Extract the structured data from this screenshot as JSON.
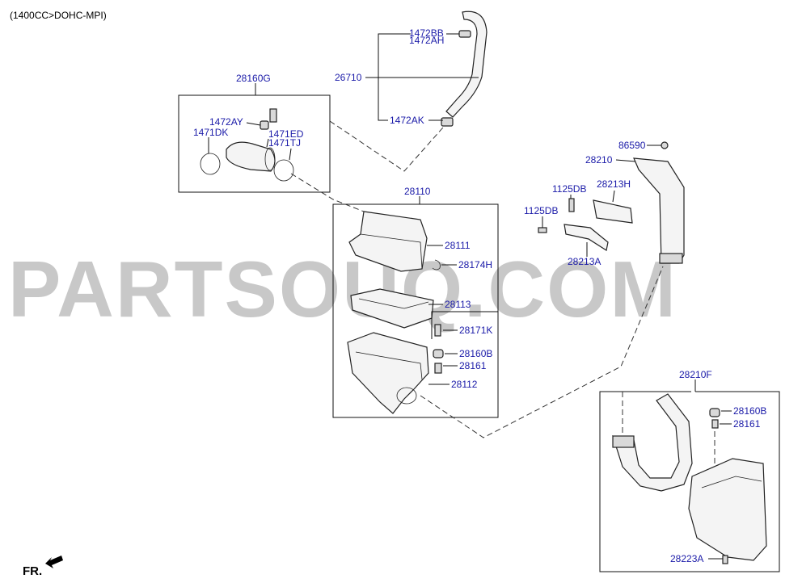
{
  "header": {
    "engine": "(1400CC>DOHC-MPI)"
  },
  "watermark": {
    "text": "PARTSOUQ.COM"
  },
  "direction": {
    "label": "FR."
  },
  "labels": {
    "p1472BB": "1472BB",
    "p1472AH": "1472AH",
    "p26710": "26710",
    "p1472AK": "1472AK",
    "p28160G": "28160G",
    "p1472AY": "1472AY",
    "p1471DK": "1471DK",
    "p1471ED": "1471ED",
    "p1471TJ": "1471TJ",
    "p28110": "28110",
    "p28111": "28111",
    "p28174H": "28174H",
    "p28113": "28113",
    "p28171K": "28171K",
    "p28160B": "28160B",
    "p28161": "28161",
    "p28112": "28112",
    "p86590": "86590",
    "p28210": "28210",
    "p1125DB_a": "1125DB",
    "p28213H": "28213H",
    "p1125DB_b": "1125DB",
    "p28213A": "28213A",
    "p28210F": "28210F",
    "p28160B_b": "28160B",
    "p28161_b": "28161",
    "p28223A": "28223A"
  },
  "colors": {
    "label": "#1a1aa8",
    "line": "#111111",
    "watermark": "#c8c8c8"
  }
}
